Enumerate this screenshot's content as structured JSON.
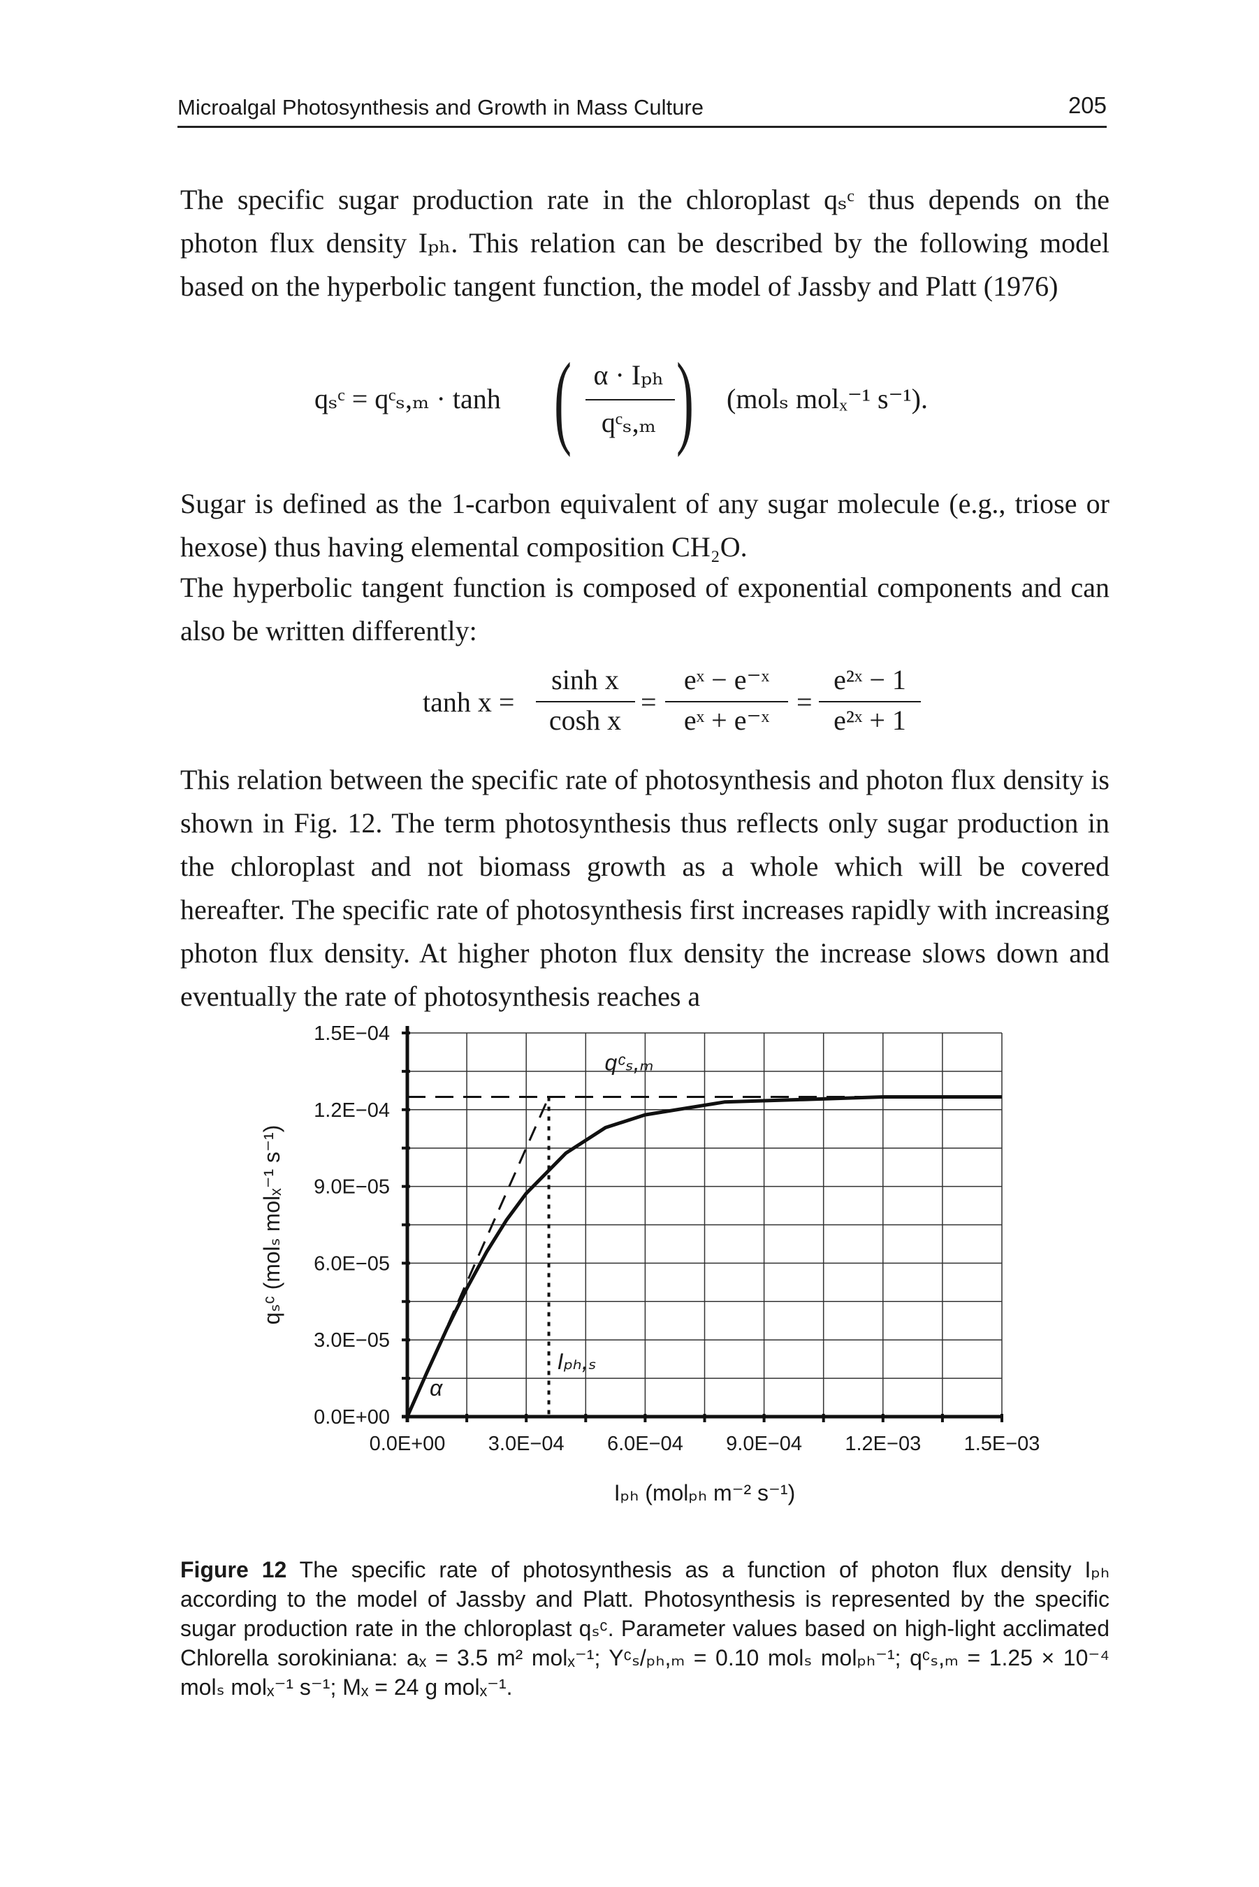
{
  "header": {
    "title": "Microalgal Photosynthesis and Growth in Mass Culture",
    "page": "205"
  },
  "paragraphs": {
    "p1": "The specific sugar production rate in the chloroplast qₛᶜ thus depends on the photon flux density Iₚₕ. This relation can be described by the following model based on the hyperbolic tangent function, the model of Jassby and Platt (1976)",
    "p2": "Sugar is defined as the 1-carbon equivalent of any sugar molecule (e.g., triose or hexose) thus having elemental composition CH₂O.",
    "p3": "The hyperbolic tangent function is composed of exponential components and can also be written differently:",
    "p4": "This relation between the specific rate of photosynthesis and photon flux density is shown in Fig. 12. The term photosynthesis thus reflects only sugar production in the chloroplast and not biomass growth as a whole which will be covered hereafter. The specific rate of photosynthesis first increases rapidly with increasing photon flux density. At higher photon flux density the increase slows down and eventually the rate of photosynthesis reaches a"
  },
  "equations": {
    "eq1": {
      "lhs": "qₛᶜ = qᶜₛ,ₘ · tanh",
      "num": "α · Iₚₕ",
      "den": "qᶜₛ,ₘ",
      "units": "(molₛ molₓ⁻¹ s⁻¹)."
    },
    "eq2": {
      "lhs": "tanh x =",
      "f1_num": "sinh x",
      "f1_den": "cosh x",
      "f2_num": "eˣ − e⁻ˣ",
      "f2_den": "eˣ + e⁻ˣ",
      "f3_num": "e²ˣ − 1",
      "f3_den": "e²ˣ + 1",
      "eq": "="
    }
  },
  "figure": {
    "caption_label": "Figure 12",
    "caption_text": "The specific rate of photosynthesis as a function of photon flux density Iₚₕ according to the model of Jassby and Platt. Photosynthesis is represented by the specific sugar production rate in the chloroplast qₛᶜ. Parameter values based on high-light acclimated Chlorella sorokiniana: aₓ = 3.5 m² molₓ⁻¹; Yᶜₛ/ₚₕ,ₘ = 0.10 molₛ molₚₕ⁻¹; qᶜₛ,ₘ = 1.25 × 10⁻⁴ molₛ molₓ⁻¹ s⁻¹; Mₓ = 24 g molₓ⁻¹."
  },
  "chart_data": {
    "type": "line",
    "xlabel": "Iₚₕ (molₚₕ m⁻² s⁻¹)",
    "ylabel": "qₛᶜ (molₛ molₓ⁻¹ s⁻¹)",
    "xlim": [
      0,
      0.0015
    ],
    "ylim": [
      0,
      0.00015
    ],
    "x_ticks": [
      "0.0E+00",
      "3.0E−04",
      "6.0E−04",
      "9.0E−04",
      "1.2E−03",
      "1.5E−03"
    ],
    "y_ticks": [
      "0.0E+00",
      "3.0E−05",
      "6.0E−05",
      "9.0E−05",
      "1.2E−04",
      "1.5E−04"
    ],
    "grid": true,
    "series": [
      {
        "values_model": "tanh",
        "qsm": 0.000125,
        "alpha": 0.35,
        "x": [
          0,
          5e-05,
          0.0001,
          0.00015,
          0.0002,
          0.00025,
          0.0003,
          0.0004,
          0.0005,
          0.0006,
          0.0008,
          0.001,
          0.0012,
          0.0015
        ],
        "y": [
          0,
          1.75e-05,
          3.44e-05,
          5.01e-05,
          6.44e-05,
          7.68e-05,
          8.73e-05,
          0.000103,
          0.000113,
          0.000118,
          0.000123,
          0.000124,
          0.000125,
          0.000125
        ]
      }
    ],
    "annotations": {
      "alpha": "α",
      "qsm": "qᶜₛ,ₘ",
      "iphs": "Iₚₕ,ₛ",
      "iphs_value": 0.000357
    }
  }
}
